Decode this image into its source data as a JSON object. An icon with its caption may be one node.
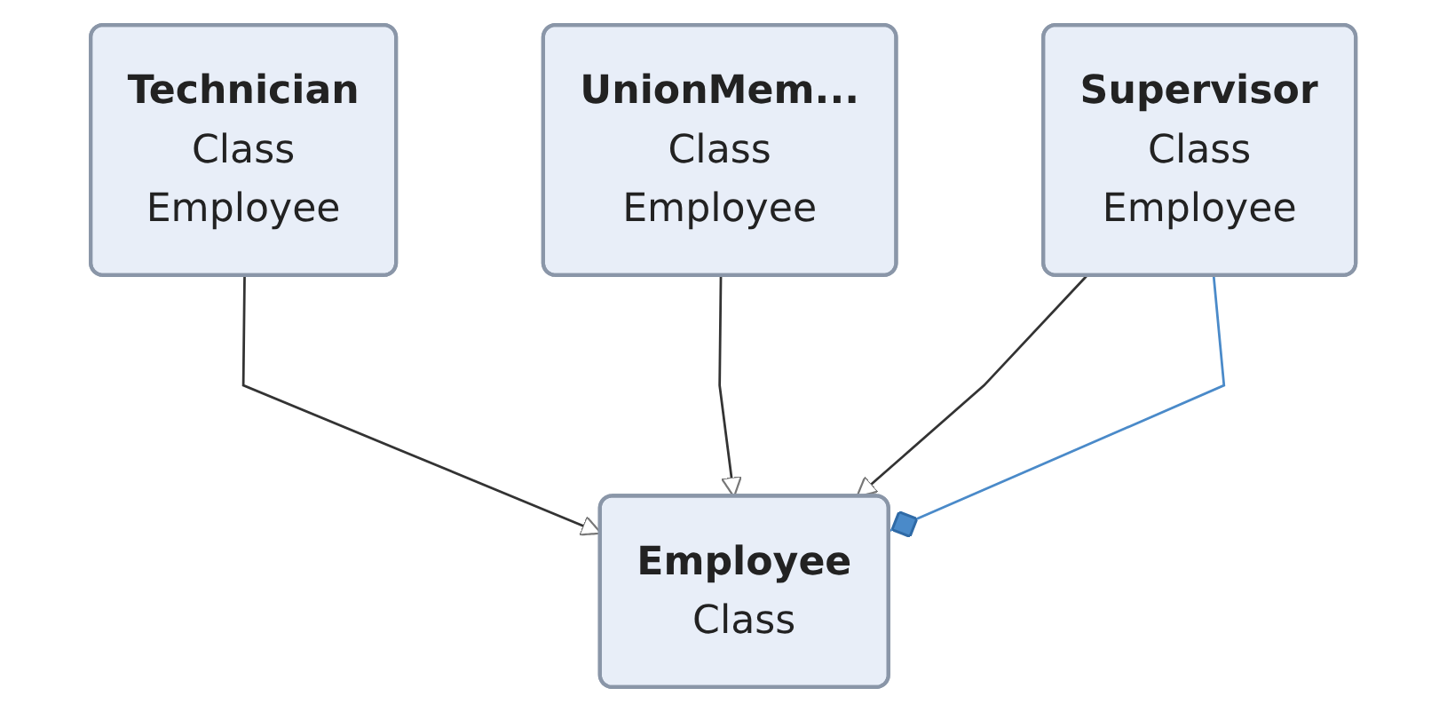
{
  "diagram": {
    "nodes": [
      {
        "text": [
          "Employee",
          "Class"
        ]
      },
      {
        "text": [
          "Technician",
          "Class",
          "Employee"
        ]
      },
      {
        "text": [
          "UnionMem...",
          "Class",
          "Employee"
        ]
      },
      {
        "text": [
          "Supervisor",
          "Class",
          "Employee"
        ]
      }
    ],
    "edges": [
      {
        "from": 1,
        "to": 0,
        "arrow": "to"
      },
      {
        "from": 2,
        "to": 0,
        "arrow": "to"
      },
      {
        "from": 3,
        "to": 0,
        "arrow": "to"
      },
      {
        "from": 3,
        "to": 0,
        "arrow": "other",
        "color": "#4a8ac9"
      }
    ]
  }
}
